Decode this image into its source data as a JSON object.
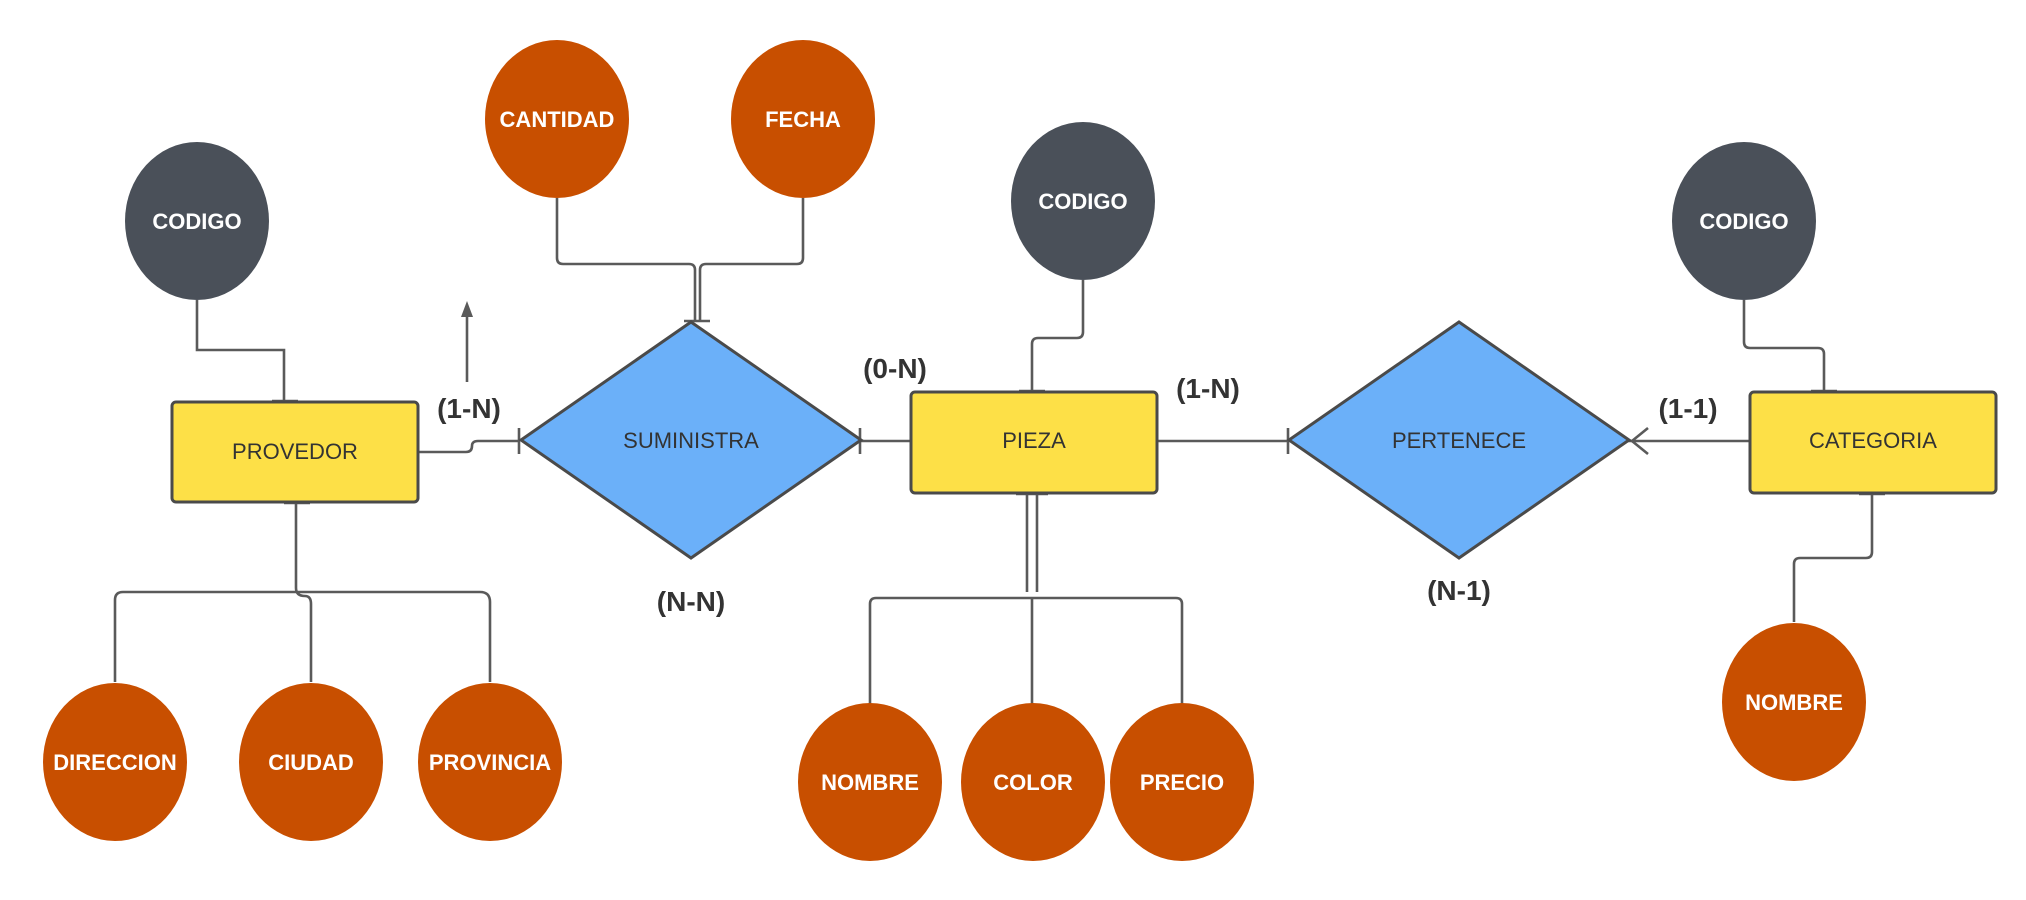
{
  "colors": {
    "entity_fill": "#FDE047",
    "relation_fill": "#6BB0F9",
    "key_attribute_fill": "#4A5059",
    "attribute_fill": "#C84F00",
    "line": "#5a5a5a"
  },
  "entities": {
    "provedor": "PROVEDOR",
    "pieza": "PIEZA",
    "categoria": "CATEGORIA"
  },
  "relationships": {
    "suministra": "SUMINISTRA",
    "pertenece": "PERTENECE"
  },
  "attributes": {
    "provedor_codigo": "CODIGO",
    "provedor_direccion": "DIRECCION",
    "provedor_ciudad": "CIUDAD",
    "provedor_provincia": "PROVINCIA",
    "suministra_cantidad": "CANTIDAD",
    "suministra_fecha": "FECHA",
    "pieza_codigo": "CODIGO",
    "pieza_nombre": "NOMBRE",
    "pieza_color": "COLOR",
    "pieza_precio": "PRECIO",
    "categoria_codigo": "CODIGO",
    "categoria_nombre": "NOMBRE"
  },
  "cardinalities": {
    "provedor_suministra": "(1-N)",
    "suministra_total": "(N-N)",
    "pieza_suministra": "(0-N)",
    "pieza_pertenece": "(1-N)",
    "pertenece_total": "(N-1)",
    "categoria_pertenece": "(1-1)"
  }
}
